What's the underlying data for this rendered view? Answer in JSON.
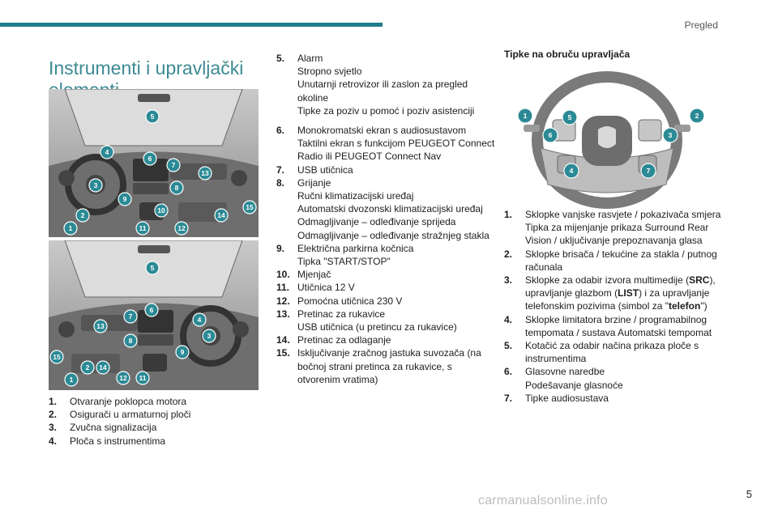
{
  "header": {
    "section": "Pregled"
  },
  "page_title": "Instrumenti i upravljački elementi",
  "steering_heading": "Tipke na obruču upravljača",
  "figure_top": {
    "callouts": [
      "5",
      "4",
      "6",
      "7",
      "13",
      "3",
      "8",
      "9",
      "10",
      "2",
      "14",
      "15",
      "1",
      "11",
      "12"
    ]
  },
  "figure_bottom": {
    "callouts": [
      "5",
      "6",
      "7",
      "4",
      "13",
      "3",
      "8",
      "9",
      "15",
      "2",
      "14",
      "1",
      "12",
      "11"
    ]
  },
  "figure_steering": {
    "callouts": [
      "1",
      "5",
      "6",
      "2",
      "3",
      "4",
      "7"
    ]
  },
  "list_left": [
    {
      "num": "1.",
      "lines": [
        "Otvaranje poklopca motora"
      ]
    },
    {
      "num": "2.",
      "lines": [
        "Osigurači u armaturnoj ploči"
      ]
    },
    {
      "num": "3.",
      "lines": [
        "Zvučna signalizacija"
      ]
    },
    {
      "num": "4.",
      "lines": [
        "Ploča s instrumentima"
      ]
    }
  ],
  "list_mid": [
    {
      "num": "5.",
      "lines": [
        "Alarm",
        "Stropno svjetlo",
        "Unutarnji retrovizor ili zaslon za pregled okoline",
        "Tipke za poziv u pomoć i poziv asistenciji"
      ]
    },
    {
      "num": "6.",
      "lines": [
        "Monokromatski ekran s audiosustavom",
        "Taktilni ekran s funkcijom PEUGEOT Connect Radio ili PEUGEOT Connect Nav"
      ]
    },
    {
      "num": "7.",
      "lines": [
        "USB utičnica"
      ]
    },
    {
      "num": "8.",
      "lines": [
        "Grijanje",
        "Ručni klimatizacijski uređaj",
        "Automatski dvozonski klimatizacijski uređaj",
        "Odmagljivanje – odleđivanje sprijeda",
        "Odmagljivanje – odleđivanje stražnjeg stakla"
      ]
    },
    {
      "num": "9.",
      "lines": [
        "Električna parkirna kočnica",
        "Tipka \"START/STOP\""
      ]
    },
    {
      "num": "10.",
      "lines": [
        "Mjenjač"
      ]
    },
    {
      "num": "11.",
      "lines": [
        "Utičnica 12 V"
      ]
    },
    {
      "num": "12.",
      "lines": [
        "Pomoćna utičnica 230 V"
      ]
    },
    {
      "num": "13.",
      "lines": [
        "Pretinac za rukavice",
        "USB utičnica (u pretincu za rukavice)"
      ]
    },
    {
      "num": "14.",
      "lines": [
        "Pretinac za odlaganje"
      ]
    },
    {
      "num": "15.",
      "lines": [
        "Isključivanje zračnog jastuka suvozača (na bočnoj strani pretinca za rukavice, s otvorenim vratima)"
      ]
    }
  ],
  "list_right": [
    {
      "num": "1.",
      "lines": [
        "Sklopke vanjske rasvjete / pokazivača smjera",
        "Tipka za mijenjanje prikaza Surround Rear Vision / uključivanje prepoznavanja glasa"
      ]
    },
    {
      "num": "2.",
      "lines": [
        "Sklopke brisača / tekućine za stakla / putnog računala"
      ]
    },
    {
      "num": "3.",
      "lines": [
        "Sklopke za odabir izvora multimedije (",
        "SRC",
        "), upravljanje glazbom (",
        "LIST",
        ") i za upravljanje telefonskim pozivima (simbol za \"",
        "telefon",
        "\")"
      ]
    },
    {
      "num": "4.",
      "lines": [
        "Sklopke limitatora brzine / programabilnog tempomata / sustava Automatski tempomat"
      ]
    },
    {
      "num": "5.",
      "lines": [
        "Kotačić za odabir načina prikaza ploče s instrumentima"
      ]
    },
    {
      "num": "6.",
      "lines": [
        "Glasovne naredbe",
        "Podešavanje glasnoće"
      ]
    },
    {
      "num": "7.",
      "lines": [
        "Tipke audiosustava"
      ]
    }
  ],
  "page_number": "5",
  "watermark": "carmanualsonline.info",
  "colors": {
    "accent": "#1e7d8a",
    "callout": "#2b8a95"
  }
}
